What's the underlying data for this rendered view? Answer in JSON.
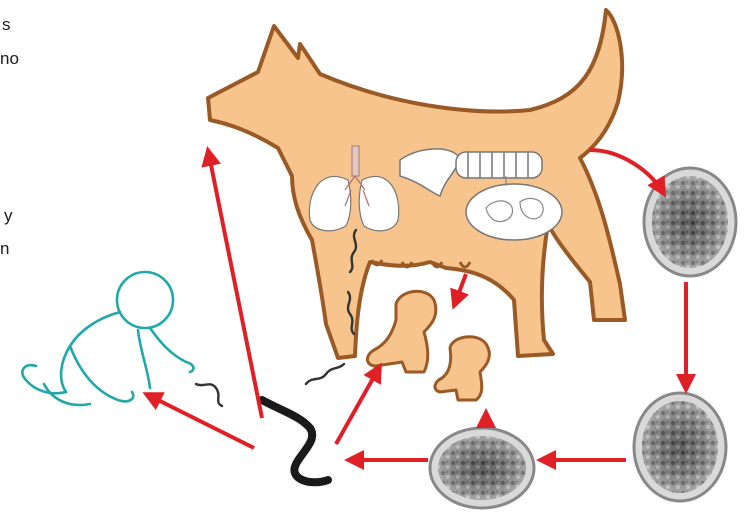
{
  "text_fragments": [
    "s",
    "no",
    "y",
    "n"
  ],
  "colors": {
    "dog_fill": "#f7c48d",
    "dog_stroke": "#9a5a25",
    "arrow": "#e02027",
    "infant": "#21a8a8",
    "worm": "#2b2b2b",
    "egg_shell": "#b5b5b5",
    "egg_inner": "#6c6c6c"
  },
  "elements": {
    "dog": "adult-dog-silhouette",
    "lungs": "lungs-icon",
    "liver": "liver-icon",
    "intestine": "intestine-icon",
    "uterus": "uterus-with-fetus-icon",
    "puppies": "puppies-icon",
    "infant": "crawling-infant-icon",
    "eggs": [
      "egg-stage-1",
      "egg-stage-2",
      "egg-stage-3"
    ],
    "larva": "larva-worm-icon"
  }
}
